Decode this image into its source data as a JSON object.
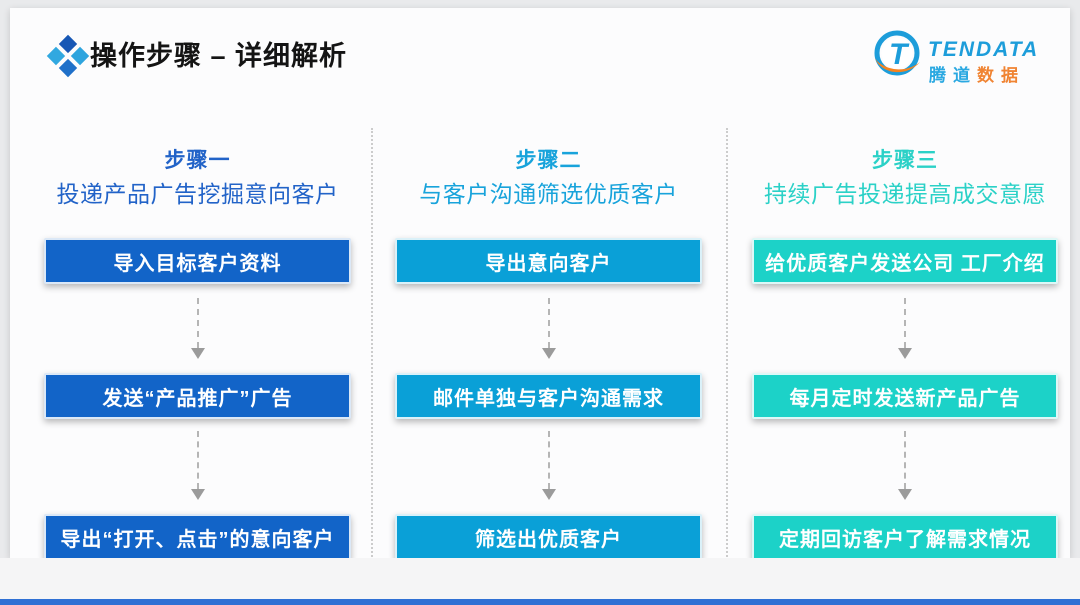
{
  "header": {
    "title": "操作步骤 – 详细解析"
  },
  "logo": {
    "brand": "TENDATA",
    "cn_blue": "腾道",
    "cn_orange": "数据",
    "mark_letter": "T",
    "blue": "#1d9dda",
    "orange": "#f5831f"
  },
  "columns": [
    {
      "step_label": "步骤一",
      "subtitle": "投递产品广告挖掘意向客户",
      "accent_color": "#2263c8",
      "box_color": "#1264c8",
      "boxes": [
        "导入目标客户资料",
        "发送“产品推广”广告",
        "导出“打开、点击”的意向客户"
      ]
    },
    {
      "step_label": "步骤二",
      "subtitle": "与客户沟通筛选优质客户",
      "accent_color": "#18a3db",
      "box_color": "#0aa0d7",
      "boxes": [
        "导出意向客户",
        "邮件单独与客户沟通需求",
        "筛选出优质客户"
      ]
    },
    {
      "step_label": "步骤三",
      "subtitle": "持续广告投递提高成交意愿",
      "accent_color": "#2bd1c7",
      "box_color": "#1cd2c8",
      "boxes": [
        "给优质客户发送公司 工厂介绍",
        "每月定时发送新产品广告",
        "定期回访客户了解需求情况"
      ]
    }
  ],
  "footer": {
    "bar_color": "#2f70d4"
  }
}
